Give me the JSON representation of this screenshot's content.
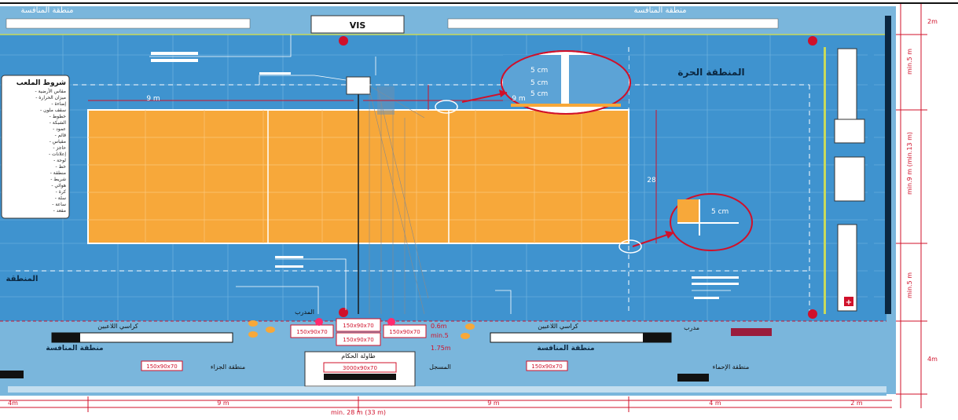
{
  "zones": {
    "top_right": "منطقة المنافسة",
    "top_left": "منطقة المنافسة",
    "free_zone": "المنطقة الحرة",
    "left_zone": "المنطقة",
    "bottom_center": "منطقة المنافسة",
    "bottom_left": "منطقة المنافسة"
  },
  "labels": {
    "vis": "VIS",
    "court_9m_left": "9 m",
    "court_9m_right": "9 m",
    "court_28": "28",
    "bottom_left_dim": "4m",
    "bottom_9m_left": "9 m",
    "bottom_9m_right": "9 m",
    "bottom_total": "min. 28 m (33 m)",
    "bottom_right_dim": "4 m",
    "bottom_right_2m": "2 m",
    "right_dim_1": "2m",
    "right_dim_2": "min.5 m",
    "right_dim_3": "min.9 m (min.13 m)",
    "right_dim_4": "min.5 m",
    "right_dim_5": "4m",
    "warmup": "منطقة الإحماء",
    "judge_table": "طاولة الحكام",
    "penalty": "منطقة الجزاء",
    "bench_players": "كراسي اللاعبين",
    "bench_players_2": "كراسي اللاعبين",
    "scorer": "المسجل",
    "libero": "مدرب",
    "coach": "المدرب",
    "zoom_1": "5 cm",
    "zoom_2": "5 cm",
    "zoom_3": "5 cm",
    "zoom_4": "5 cm",
    "box_1": "150x90x70",
    "box_2": "150x90x70",
    "box_3": "150x90x70",
    "box_4": "150x90x70",
    "box_5": "150x90x70",
    "box_6": "3000x90x70",
    "box_7": "150x90x70",
    "dim_min5": "min.5",
    "dim_06": "0.6m",
    "dim_175": "1.75m"
  },
  "legend": {
    "title": "شروط الملعب",
    "items": [
      "- مقاس الأرضية",
      "- ميزان الحرارة",
      "- إضاءة",
      "- سقف ملون",
      "- خطوط",
      "- الشبكة",
      "- عمود",
      "- قائم",
      "- مقياس",
      "- حاجز",
      "- إعلانات",
      "- لوحة",
      "- خط",
      "- منطقة",
      "- شريط",
      "- هوائي",
      "- كرة",
      "- سلة",
      "- ساعة",
      "- مقعد"
    ]
  },
  "colors": {
    "court": "#f7a83a",
    "free_zone": "#3f93cf",
    "outer": "#7ab6dc",
    "accent": "#d0102a",
    "highlight": "#ff2b6e"
  }
}
